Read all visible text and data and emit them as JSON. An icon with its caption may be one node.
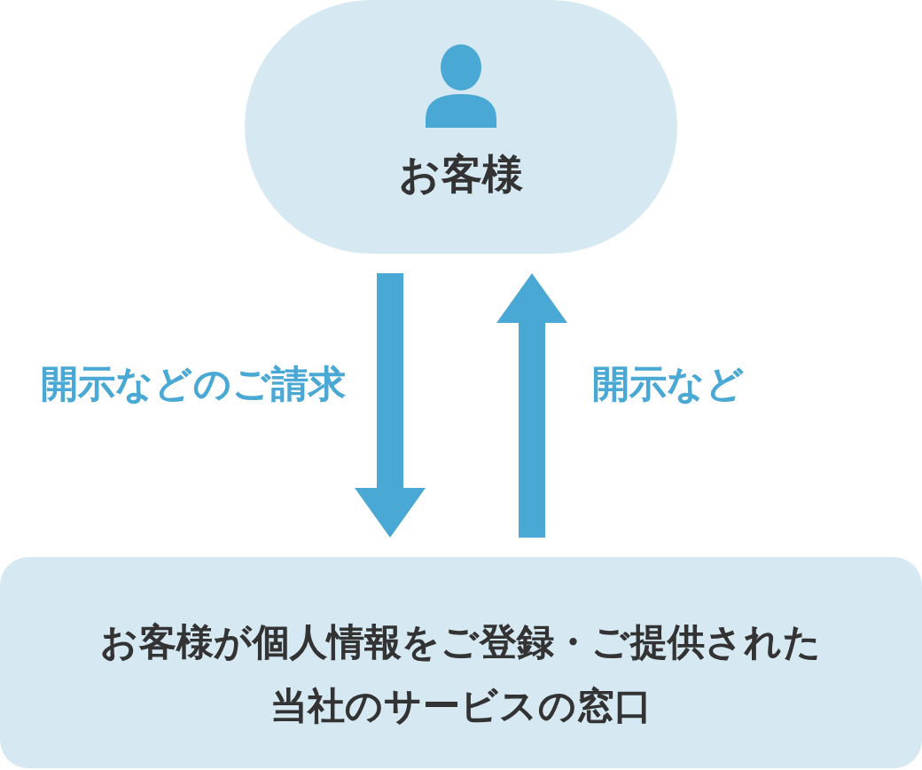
{
  "diagram": {
    "nodes": [
      {
        "text": [
          "お客様"
        ]
      },
      {
        "text": [
          "お客様が個人情報をご登録・ご提供された当社のサービスの窓口"
        ]
      }
    ],
    "edges": [
      {
        "from": 0,
        "to": 1,
        "arrow": "to",
        "label": "開示などのご請求"
      },
      {
        "from": 1,
        "to": 0,
        "arrow": "to",
        "label": "開示など"
      }
    ]
  }
}
